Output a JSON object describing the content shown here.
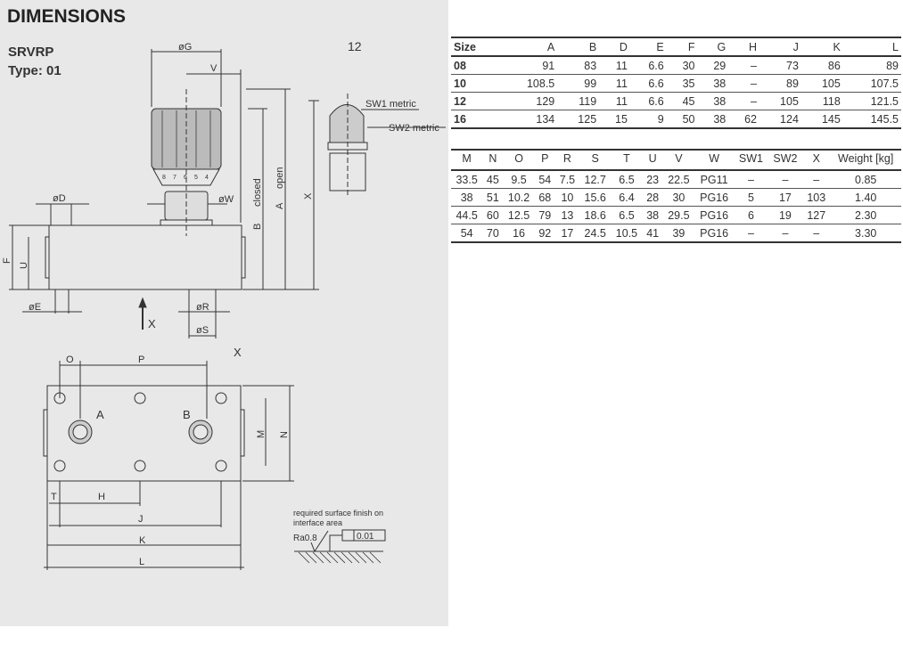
{
  "title": "DIMENSIONS",
  "model": "SRVRP",
  "type": "Type: 01",
  "drawing": {
    "size_label": "12",
    "dG": "øG",
    "V": "V",
    "dD": "øD",
    "dW": "øW",
    "closed": "closed",
    "B": "B",
    "open": "open",
    "A": "A",
    "X": "X",
    "F": "F",
    "U": "U",
    "dE": "øE",
    "dR": "øR",
    "dS": "øS",
    "X_arrow": "X",
    "sw1": "SW1 metric",
    "sw2": "SW2 metric",
    "dial": [
      "8",
      "7",
      "6",
      "5",
      "4"
    ],
    "O": "O",
    "P": "P",
    "X_view": "X",
    "portA": "A",
    "portB": "B",
    "M": "M",
    "N": "N",
    "T": "T",
    "H": "H",
    "J": "J",
    "K": "K",
    "L": "L",
    "finish_note_1": "required surface finish on",
    "finish_note_2": "interface area",
    "ra": "Ra0.8",
    "flatness": "0.01"
  },
  "table1": {
    "headers": [
      "Size",
      "A",
      "B",
      "D",
      "E",
      "F",
      "G",
      "H",
      "J",
      "K",
      "L"
    ],
    "rows": [
      [
        "08",
        "91",
        "83",
        "11",
        "6.6",
        "30",
        "29",
        "–",
        "73",
        "86",
        "89"
      ],
      [
        "10",
        "108.5",
        "99",
        "11",
        "6.6",
        "35",
        "38",
        "–",
        "89",
        "105",
        "107.5"
      ],
      [
        "12",
        "129",
        "119",
        "11",
        "6.6",
        "45",
        "38",
        "–",
        "105",
        "118",
        "121.5"
      ],
      [
        "16",
        "134",
        "125",
        "15",
        "9",
        "50",
        "38",
        "62",
        "124",
        "145",
        "145.5"
      ]
    ]
  },
  "table2": {
    "headers": [
      "M",
      "N",
      "O",
      "P",
      "R",
      "S",
      "T",
      "U",
      "V",
      "W",
      "SW1",
      "SW2",
      "X",
      "Weight [kg]"
    ],
    "rows": [
      [
        "33.5",
        "45",
        "9.5",
        "54",
        "7.5",
        "12.7",
        "6.5",
        "23",
        "22.5",
        "PG11",
        "–",
        "–",
        "–",
        "0.85"
      ],
      [
        "38",
        "51",
        "10.2",
        "68",
        "10",
        "15.6",
        "6.4",
        "28",
        "30",
        "PG16",
        "5",
        "17",
        "103",
        "1.40"
      ],
      [
        "44.5",
        "60",
        "12.5",
        "79",
        "13",
        "18.6",
        "6.5",
        "38",
        "29.5",
        "PG16",
        "6",
        "19",
        "127",
        "2.30"
      ],
      [
        "54",
        "70",
        "16",
        "92",
        "17",
        "24.5",
        "10.5",
        "41",
        "39",
        "PG16",
        "–",
        "–",
        "–",
        "3.30"
      ]
    ]
  }
}
